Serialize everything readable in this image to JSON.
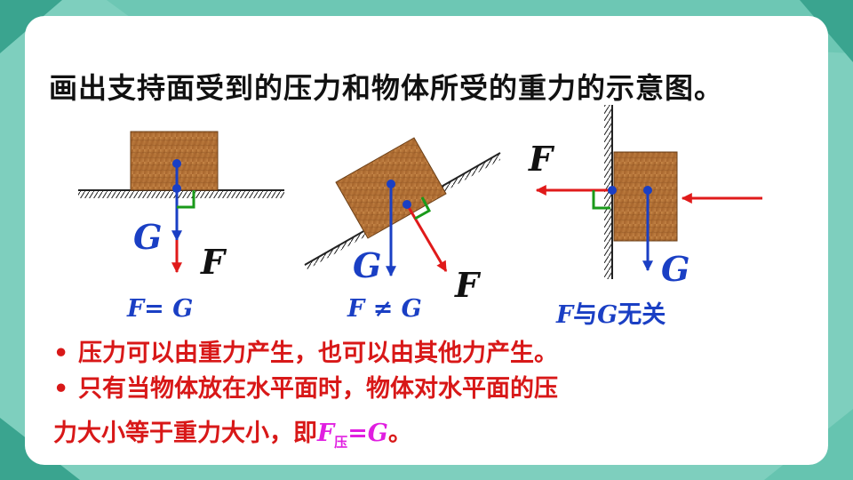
{
  "colors": {
    "background": "#7ecfbe",
    "title_text": "#111111",
    "label_blue": "#1a3fc4",
    "arrow_red": "#e01a1a",
    "right_angle_green": "#1a9a1a",
    "bullet_red": "#d81818",
    "formula_magenta": "#e01ee0",
    "block_wood": "#b9773d"
  },
  "title": "画出支持面受到的压力和物体所受的重力的示意图。",
  "diagrams": {
    "horizontal": {
      "g_label": "G",
      "f_label": "F"
    },
    "incline": {
      "g_label": "G",
      "f_label": "F"
    },
    "wall": {
      "g_label": "G",
      "f_label": "F"
    }
  },
  "relations": {
    "horizontal": {
      "prefix": "F= G",
      "suffix": ""
    },
    "incline": {
      "prefix": "F ≠ G",
      "suffix": ""
    },
    "wall": {
      "f": "F",
      "middle": "与",
      "g": "G",
      "end": "无关"
    }
  },
  "bullets": {
    "dot": "•",
    "line1": "压力可以由重力产生，也可以由其他力产生。",
    "line2": "只有当物体放在水平面时，物体对水平面的压",
    "line3_text": "力大小等于重力大小，即",
    "formula_f": "F",
    "formula_sub": "压",
    "formula_rest": "=G",
    "line3_end": "。"
  }
}
